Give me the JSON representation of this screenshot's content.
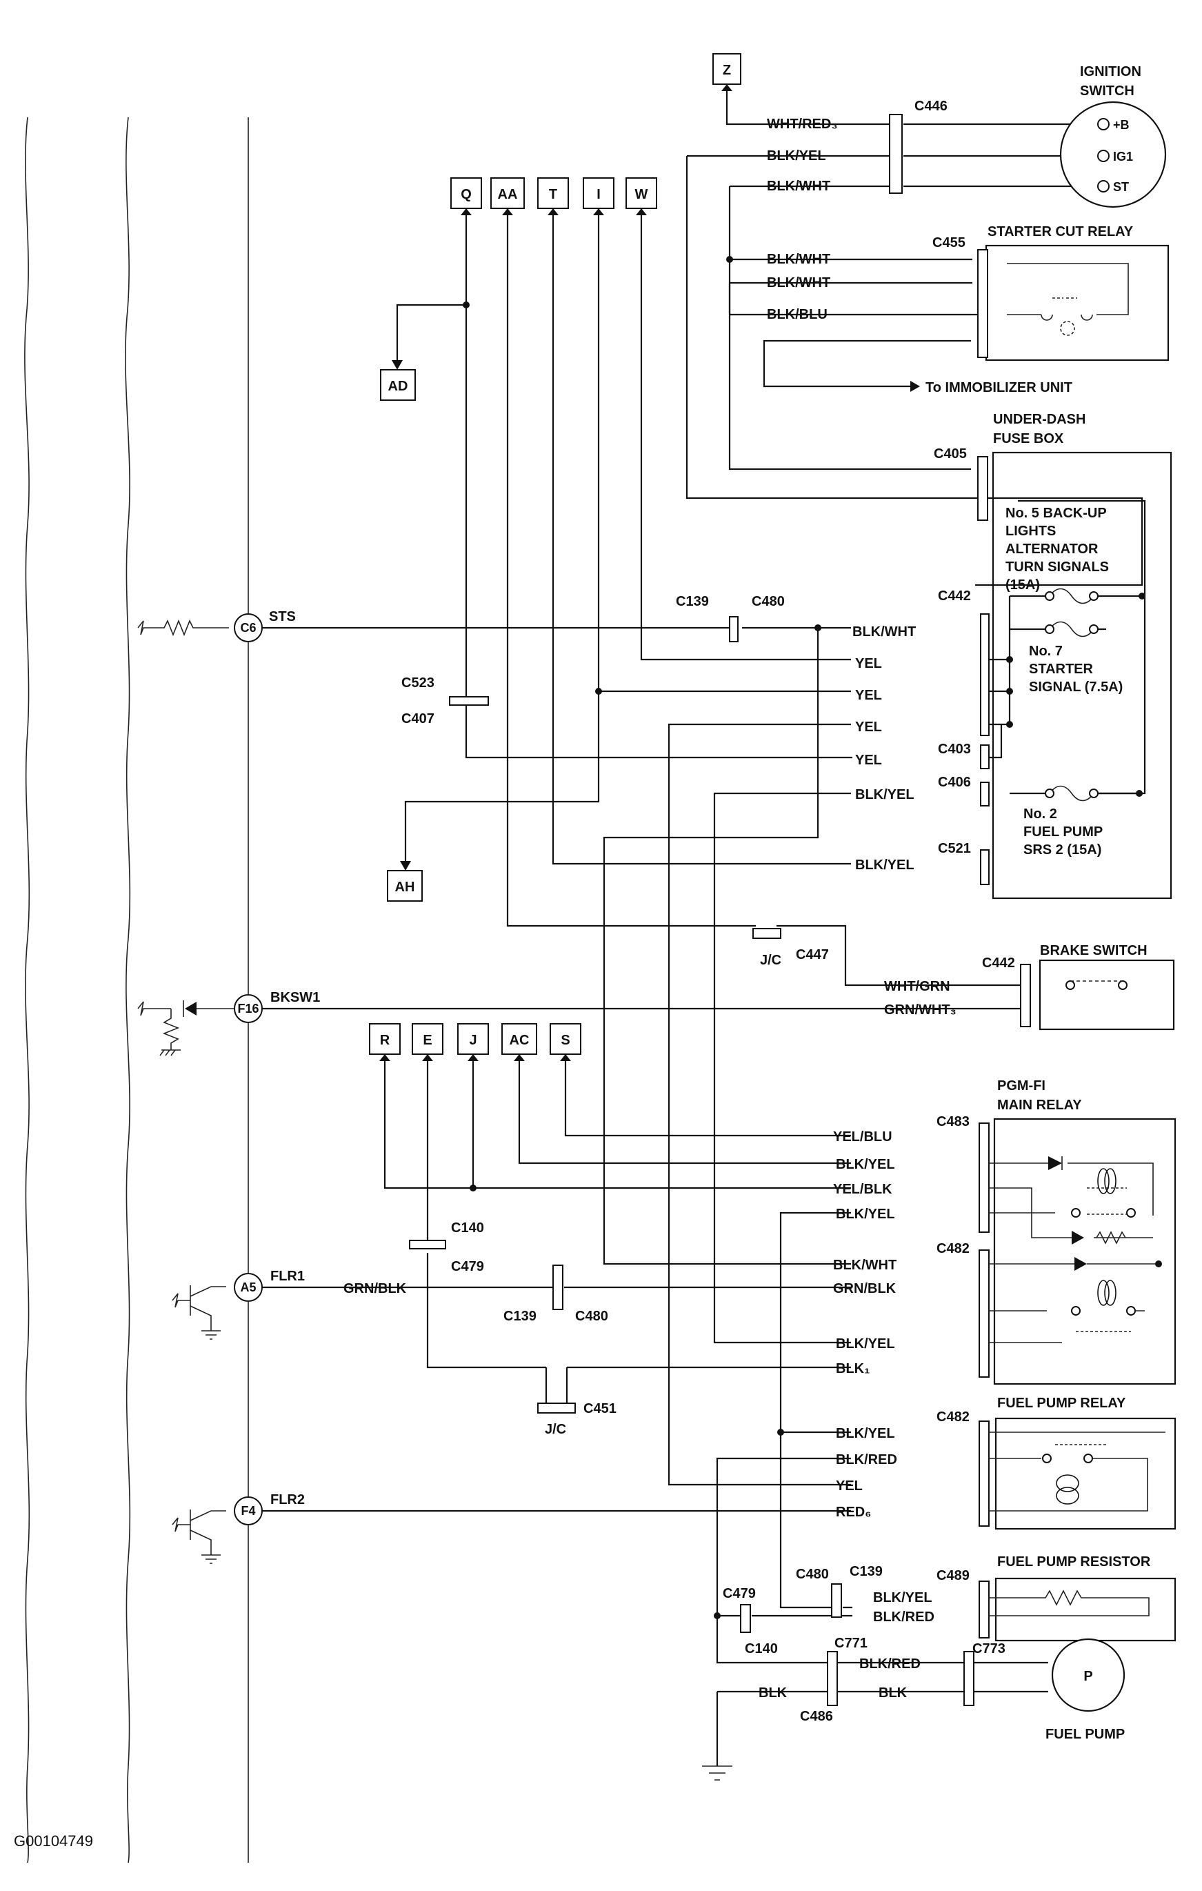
{
  "diagram_id": "G00104749",
  "ecm_pins": [
    {
      "id": "C6",
      "signal": "STS"
    },
    {
      "id": "F16",
      "signal": "BKSW1"
    },
    {
      "id": "A5",
      "signal": "FLR1"
    },
    {
      "id": "F4",
      "signal": "FLR2"
    }
  ],
  "connector_refs": [
    "Z",
    "Q",
    "AA",
    "T",
    "I",
    "W",
    "AD",
    "AH",
    "R",
    "E",
    "J",
    "AC",
    "S"
  ],
  "components": {
    "ignition_switch": {
      "title": "IGNITION SWITCH",
      "title_l1": "IGNITION",
      "title_l2": "SWITCH",
      "terminals": [
        "+B",
        "IG1",
        "ST"
      ]
    },
    "starter_cut_relay": {
      "title": "STARTER CUT RELAY"
    },
    "immobilizer": {
      "label": "To IMMOBILIZER UNIT"
    },
    "fuse_box": {
      "title_l1": "UNDER-DASH",
      "title_l2": "FUSE BOX",
      "fuse5": [
        "No. 5 BACK-UP",
        "LIGHTS",
        "ALTERNATOR",
        "TURN SIGNALS",
        "(15A)"
      ],
      "fuse7": [
        "No. 7",
        "STARTER",
        "SIGNAL (7.5A)"
      ],
      "fuse2": [
        "No. 2",
        "FUEL PUMP",
        "SRS 2 (15A)"
      ]
    },
    "brake_switch": {
      "title": "BRAKE SWITCH"
    },
    "pgmfi_relay": {
      "title_l1": "PGM-FI",
      "title_l2": "MAIN RELAY"
    },
    "fuel_pump_relay": {
      "title": "FUEL PUMP RELAY"
    },
    "fuel_pump_resistor": {
      "title": "FUEL PUMP RESISTOR"
    },
    "fuel_pump": {
      "title": "FUEL PUMP",
      "symbol": "P"
    },
    "jc1": "J/C",
    "jc2": "J/C"
  },
  "connectors": {
    "c446": "C446",
    "c455": "C455",
    "c405": "C405",
    "c139a": "C139",
    "c480a": "C480",
    "c442a": "C442",
    "c523": "C523",
    "c407": "C407",
    "c403": "C403",
    "c406": "C406",
    "c521": "C521",
    "c447": "C447",
    "c442b": "C442",
    "c483": "C483",
    "c140a": "C140",
    "c479a": "C479",
    "c482a": "C482",
    "c139b": "C139",
    "c480b": "C480",
    "c451": "C451",
    "c482b": "C482",
    "c480c": "C480",
    "c139c": "C139",
    "c489": "C489",
    "c479b": "C479",
    "c140b": "C140",
    "c771": "C771",
    "c773": "C773",
    "c486": "C486"
  },
  "wires": {
    "w_whtred3": "WHT/RED₃",
    "w_blkyel_ig": "BLK/YEL",
    "w_blkwht_st": "BLK/WHT",
    "w_blkwht_r1": "BLK/WHT",
    "w_blkwht_r2": "BLK/WHT",
    "w_blkblu": "BLK/BLU",
    "w_blkwht_sts": "BLK/WHT",
    "w_yel1": "YEL",
    "w_yel2": "YEL",
    "w_yel3": "YEL",
    "w_yel4": "YEL",
    "w_blkyel_c406": "BLK/YEL",
    "w_blkyel_c521": "BLK/YEL",
    "w_whtgrn": "WHT/GRN",
    "w_grnwht3": "GRN/WHT₃",
    "w_yelblu": "YEL/BLU",
    "w_blkyel_p1": "BLK/YEL",
    "w_yelblk": "YEL/BLK",
    "w_blkyel_p2": "BLK/YEL",
    "w_blkwht_p": "BLK/WHT",
    "w_grnblk_l": "GRN/BLK",
    "w_grnblk_r": "GRN/BLK",
    "w_blkyel_p3": "BLK/YEL",
    "w_blk1": "BLK₁",
    "w_blkyel_fr": "BLK/YEL",
    "w_blkred_fr": "BLK/RED",
    "w_yel_fr": "YEL",
    "w_red6": "RED₆",
    "w_blkyel_res": "BLK/YEL",
    "w_blkred_res": "BLK/RED",
    "w_blkred_pump": "BLK/RED",
    "w_blk_l": "BLK",
    "w_blk_r": "BLK"
  }
}
